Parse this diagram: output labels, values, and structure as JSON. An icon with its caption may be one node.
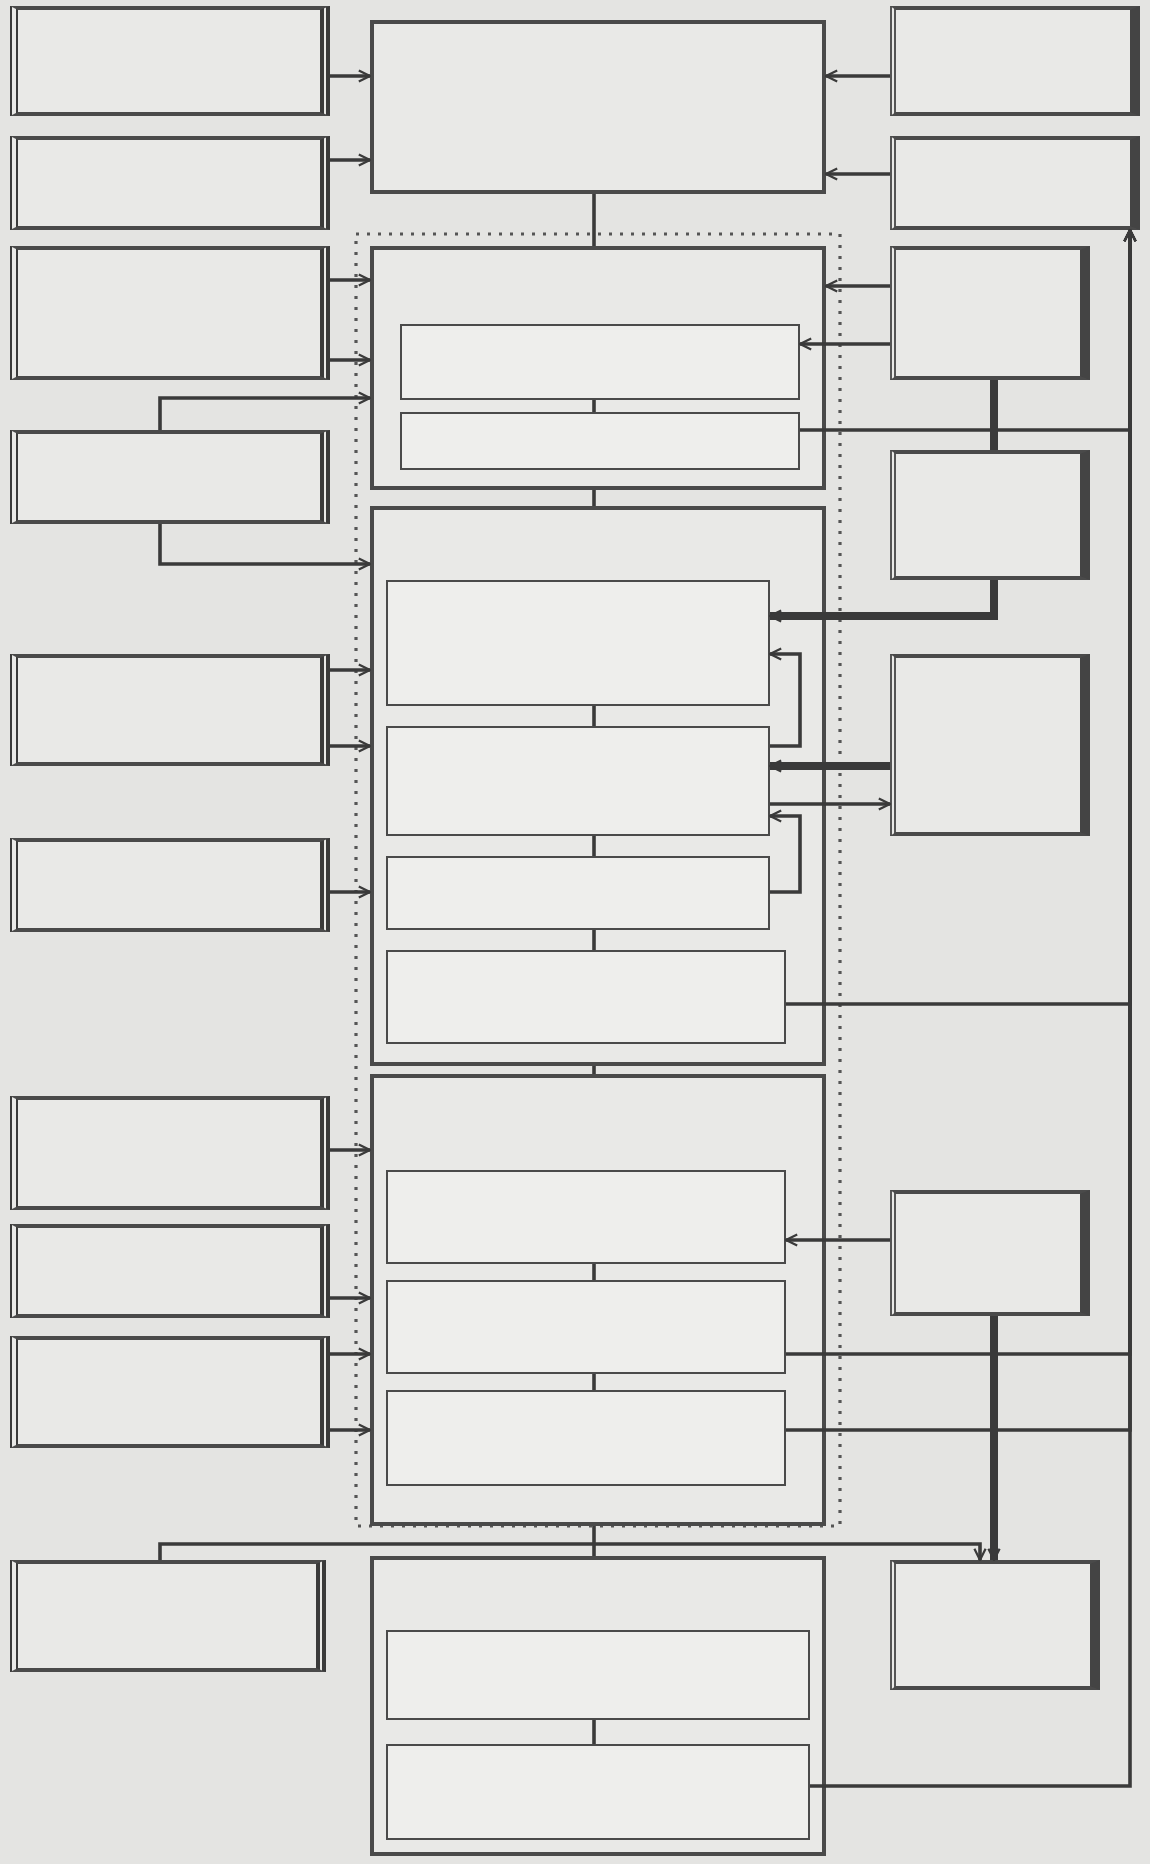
{
  "diagram": {
    "nodes": [
      {
        "text": [],
        "shape": "box"
      },
      {
        "text": [],
        "shape": "box"
      },
      {
        "text": [],
        "shape": "box"
      },
      {
        "text": [],
        "shape": "box"
      },
      {
        "text": [],
        "shape": "box"
      },
      {
        "text": [],
        "shape": "box"
      },
      {
        "text": [],
        "shape": "box"
      },
      {
        "text": [],
        "shape": "box",
        "in": 6
      },
      {
        "text": [],
        "shape": "box",
        "in": 6
      },
      {
        "text": [],
        "shape": "box"
      },
      {
        "text": [],
        "shape": "box"
      },
      {
        "text": [],
        "shape": "box"
      },
      {
        "text": [],
        "shape": "box"
      },
      {
        "text": [],
        "shape": "box",
        "in": 12
      },
      {
        "text": [],
        "shape": "box",
        "in": 12
      },
      {
        "text": [],
        "shape": "box",
        "in": 12
      },
      {
        "text": [],
        "shape": "box",
        "in": 12
      },
      {
        "text": [],
        "shape": "box"
      },
      {
        "text": [],
        "shape": "box"
      },
      {
        "text": [],
        "shape": "box"
      },
      {
        "text": [],
        "shape": "box"
      },
      {
        "text": [],
        "shape": "box"
      },
      {
        "text": [],
        "shape": "box",
        "in": 21
      },
      {
        "text": [],
        "shape": "box",
        "in": 21
      },
      {
        "text": [],
        "shape": "box",
        "in": 21
      },
      {
        "text": [],
        "shape": "box"
      },
      {
        "text": [],
        "shape": "box"
      },
      {
        "text": [],
        "shape": "box"
      },
      {
        "text": [],
        "shape": "box"
      },
      {
        "text": [],
        "shape": "box"
      },
      {
        "text": [],
        "shape": "box",
        "in": 29
      },
      {
        "text": [],
        "shape": "box",
        "in": 29
      },
      {
        "text": [],
        "shape": "box"
      }
    ],
    "edges": [
      {
        "from": 0,
        "to": 1,
        "arrow": "to"
      },
      {
        "from": 3,
        "to": 1,
        "arrow": "to"
      },
      {
        "from": 2,
        "to": 1,
        "arrow": "to"
      },
      {
        "from": 4,
        "to": 1,
        "arrow": "to"
      },
      {
        "from": 1,
        "to": 6,
        "arrow": "none"
      },
      {
        "from": 5,
        "to": 6,
        "arrow": "to"
      },
      {
        "from": 5,
        "to": 6,
        "arrow": "to"
      },
      {
        "from": 10,
        "to": 6,
        "arrow": "to"
      },
      {
        "from": 9,
        "to": 6,
        "arrow": "to"
      },
      {
        "from": 9,
        "to": 7,
        "arrow": "to"
      },
      {
        "from": 7,
        "to": 8,
        "arrow": "none"
      },
      {
        "from": 8,
        "to": 4,
        "arrow": "to"
      },
      {
        "from": 9,
        "to": 11,
        "arrow": "none",
        "style": "thick"
      },
      {
        "from": 6,
        "to": 12,
        "arrow": "none"
      },
      {
        "from": 10,
        "to": 12,
        "arrow": "to"
      },
      {
        "from": 11,
        "to": 13,
        "arrow": "to",
        "style": "thick"
      },
      {
        "from": 13,
        "to": 14,
        "arrow": "none"
      },
      {
        "from": 14,
        "to": 13,
        "arrow": "to"
      },
      {
        "from": 14,
        "to": 15,
        "arrow": "none"
      },
      {
        "from": 15,
        "to": 14,
        "arrow": "to"
      },
      {
        "from": 15,
        "to": 16,
        "arrow": "none"
      },
      {
        "from": 18,
        "to": 14,
        "arrow": "to",
        "style": "thick"
      },
      {
        "from": 14,
        "to": 18,
        "arrow": "to"
      },
      {
        "from": 17,
        "to": 12,
        "arrow": "to"
      },
      {
        "from": 17,
        "to": 12,
        "arrow": "to"
      },
      {
        "from": 19,
        "to": 12,
        "arrow": "to"
      },
      {
        "from": 16,
        "to": 4,
        "arrow": "to"
      },
      {
        "from": 12,
        "to": 21,
        "arrow": "none"
      },
      {
        "from": 20,
        "to": 21,
        "arrow": "to"
      },
      {
        "from": 25,
        "to": 22,
        "arrow": "to"
      },
      {
        "from": 22,
        "to": 23,
        "arrow": "none"
      },
      {
        "from": 23,
        "to": 24,
        "arrow": "none"
      },
      {
        "from": 26,
        "to": 21,
        "arrow": "to"
      },
      {
        "from": 27,
        "to": 21,
        "arrow": "to"
      },
      {
        "from": 27,
        "to": 21,
        "arrow": "to"
      },
      {
        "from": 23,
        "to": 4,
        "arrow": "to"
      },
      {
        "from": 24,
        "to": 4,
        "arrow": "to"
      },
      {
        "from": 25,
        "to": 32,
        "arrow": "to",
        "style": "thick"
      },
      {
        "from": 28,
        "to": 32,
        "arrow": "to"
      },
      {
        "from": 21,
        "to": 29,
        "arrow": "none"
      },
      {
        "from": 30,
        "to": 31,
        "arrow": "none"
      },
      {
        "from": 31,
        "to": 4,
        "arrow": "to"
      }
    ]
  }
}
